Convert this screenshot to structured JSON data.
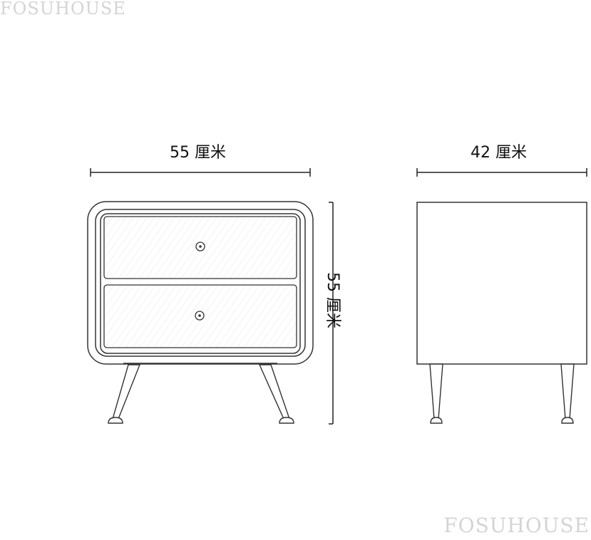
{
  "brand": {
    "top": "FOSUHOUSE",
    "bottom": "FOSUHOUSE"
  },
  "dimensions": {
    "front_width": "55 厘米",
    "side_depth": "42 厘米",
    "front_height": "55 厘米"
  },
  "colors": {
    "line": "#222222",
    "watermark": "#d2d4d6",
    "background": "#ffffff"
  }
}
